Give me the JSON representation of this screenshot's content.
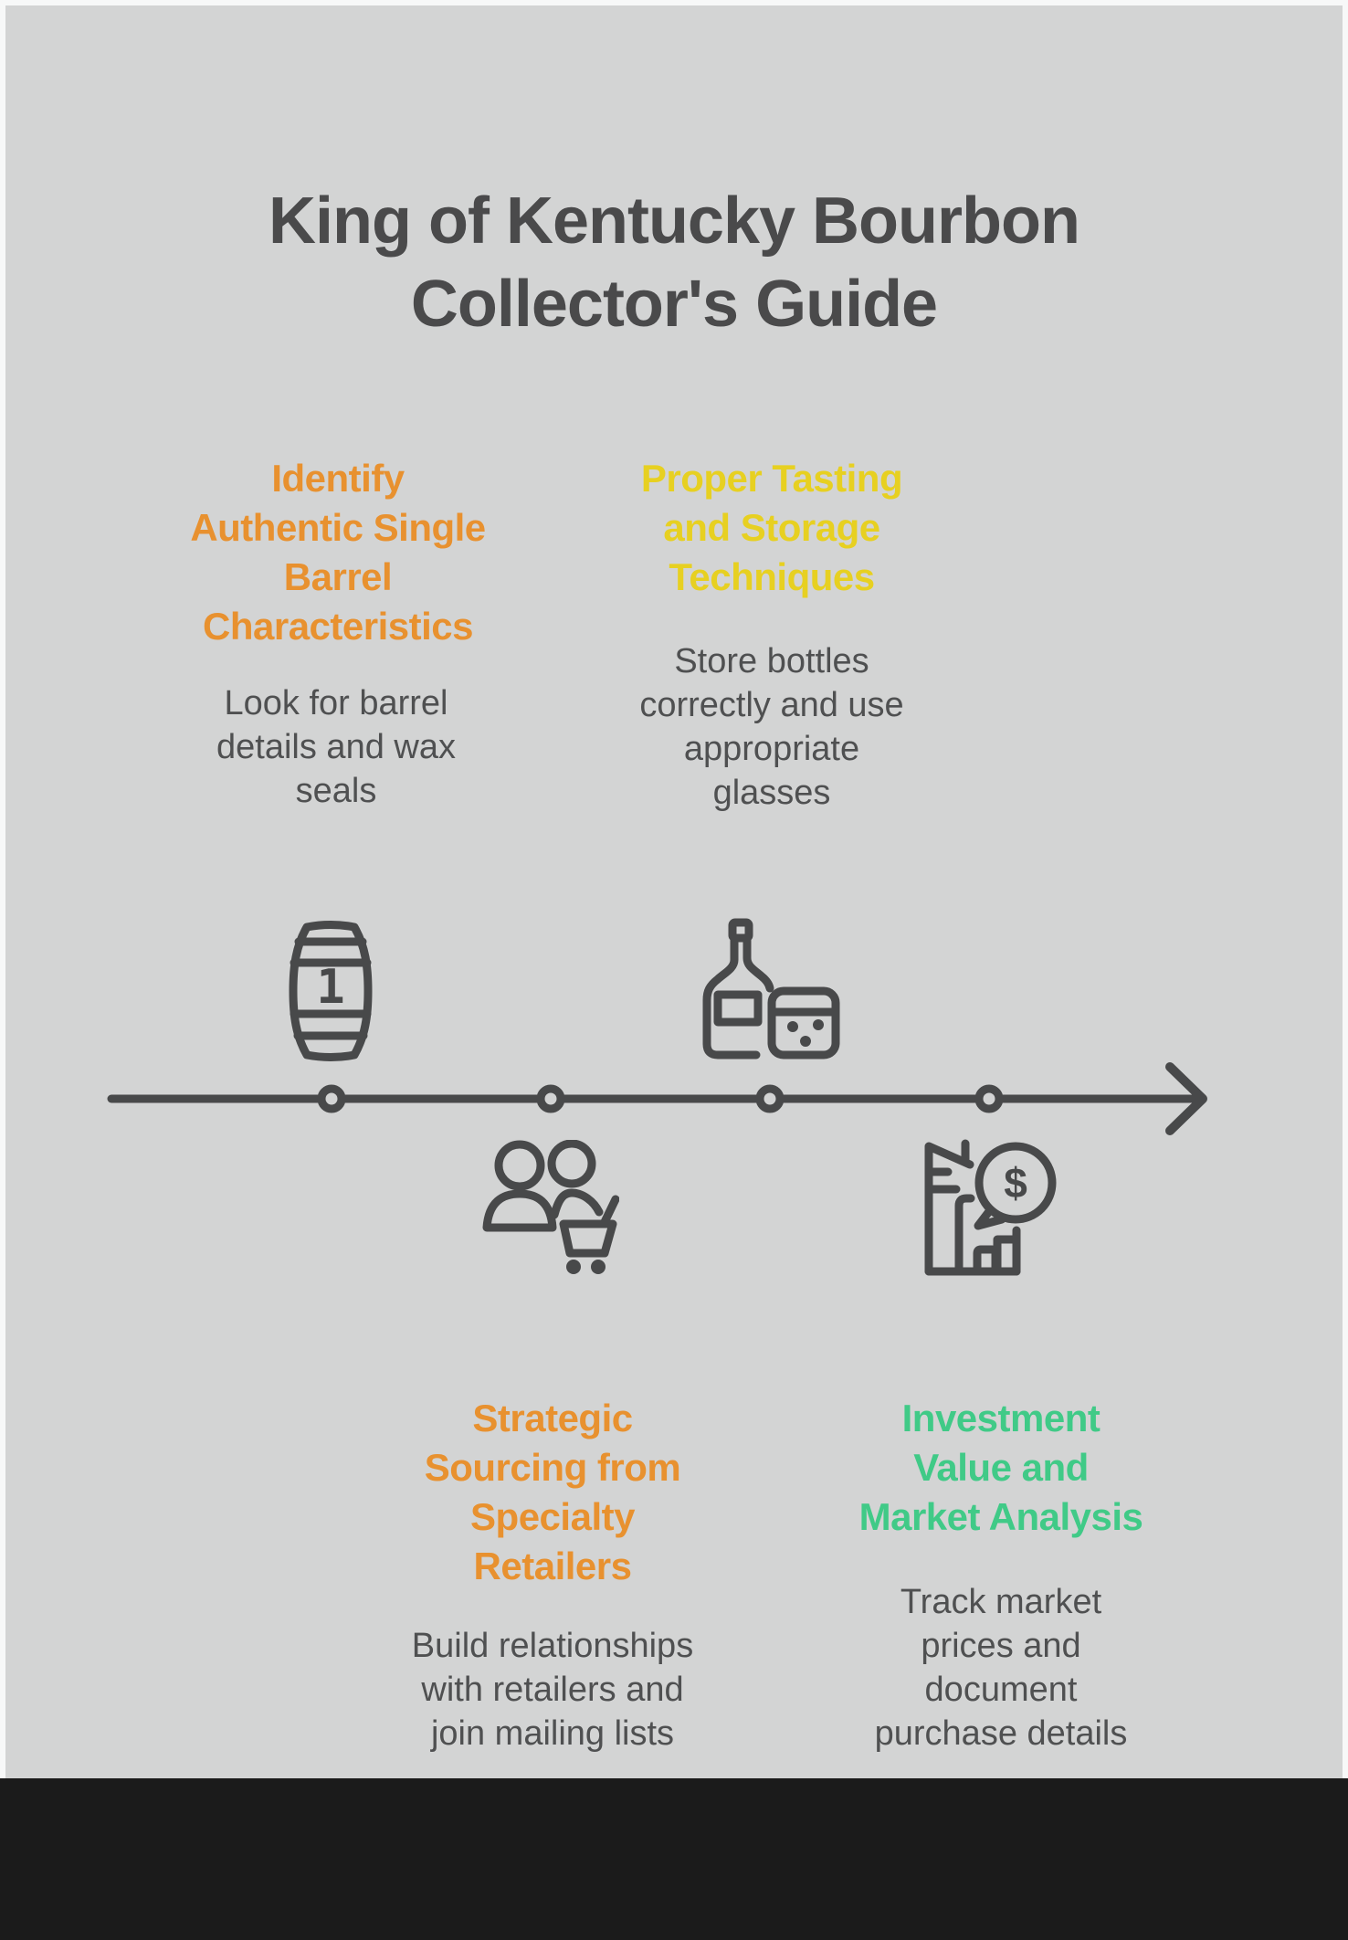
{
  "page": {
    "background_color": "#D3D4D4",
    "frame_color": "#F7F8F8",
    "footer_bar_color": "#1B1B1B"
  },
  "colors": {
    "heading": "#4A4A4B",
    "description": "#4F5051",
    "icon": "#48494A",
    "orange": "#E8912F",
    "yellow": "#E7D021",
    "green": "#40CA87"
  },
  "title": {
    "lines": [
      "King of Kentucky Bourbon",
      "Collector's Guide"
    ]
  },
  "timeline": {
    "node_count": 4,
    "direction": "left-to-right-arrow"
  },
  "milestones": [
    {
      "name": "identify-authentic-single-barrel-characteristics",
      "side": "top",
      "color": "#E8912F",
      "icon": "barrel-icon",
      "icon_label": "1",
      "title_lines": [
        "Identify",
        "Authentic Single",
        "Barrel",
        "Characteristics"
      ],
      "description_lines": [
        "Look for barrel",
        "details and wax",
        "seals"
      ]
    },
    {
      "name": "proper-tasting-and-storage-techniques",
      "side": "top",
      "color": "#E7D021",
      "icon": "bottle-and-glass-icon",
      "title_lines": [
        "Proper Tasting",
        "and Storage",
        "Techniques"
      ],
      "description_lines": [
        "Store bottles",
        "correctly and use",
        "appropriate",
        "glasses"
      ]
    },
    {
      "name": "strategic-sourcing-from-specialty-retailers",
      "side": "bottom",
      "color": "#E8912F",
      "icon": "shoppers-with-cart-icon",
      "title_lines": [
        "Strategic",
        "Sourcing from",
        "Specialty",
        "Retailers"
      ],
      "description_lines": [
        "Build relationships",
        "with retailers and",
        "join mailing lists"
      ]
    },
    {
      "name": "investment-value-and-market-analysis",
      "side": "bottom",
      "color": "#40CA87",
      "icon": "market-building-dollar-icon",
      "icon_label": "$",
      "title_lines": [
        "Investment",
        "Value and",
        "Market Analysis"
      ],
      "description_lines": [
        "Track market",
        "prices and",
        "document",
        "purchase details"
      ]
    }
  ]
}
